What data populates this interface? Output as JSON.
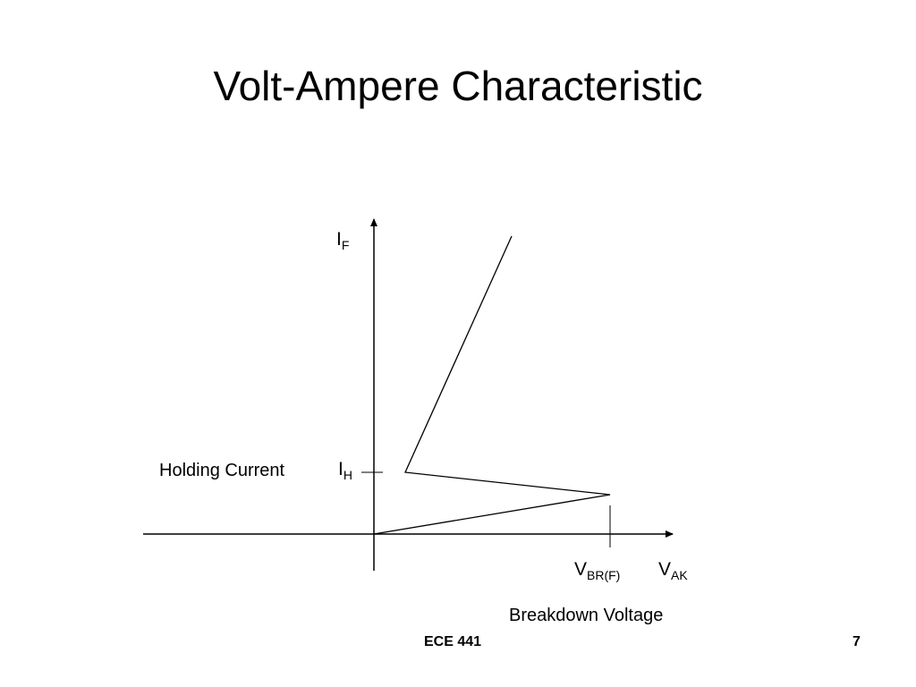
{
  "slide": {
    "title": "Volt-Ampere Characteristic",
    "footer_course": "ECE 441",
    "page_number": "7"
  },
  "diagram": {
    "y_axis": {
      "symbol": "I",
      "subscript": "F"
    },
    "x_axis": {
      "symbol": "V",
      "subscript": "AK"
    },
    "holding_current": {
      "label": "Holding Current",
      "symbol": "I",
      "subscript": "H"
    },
    "breakover_voltage": {
      "symbol": "V",
      "subscript": "BR(F)",
      "label": "Breakdown Voltage"
    }
  }
}
